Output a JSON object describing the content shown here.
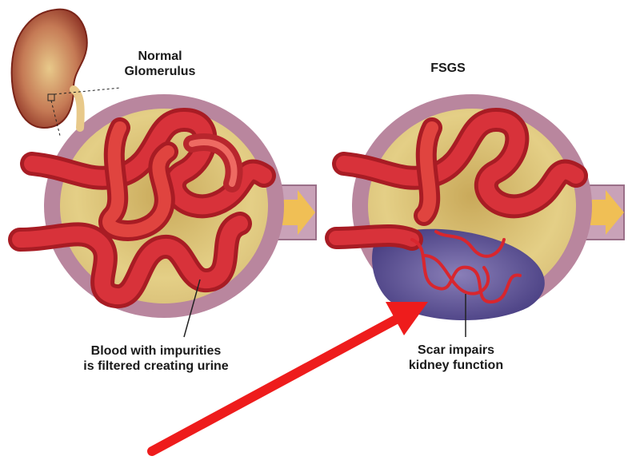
{
  "labels": {
    "normal_title_line1": "Normal",
    "normal_title_line2": "Glomerulus",
    "fsgs_title": "FSGS",
    "normal_caption_line1": "Blood with impurities",
    "normal_caption_line2": "is filtered creating urine",
    "fsgs_caption_line1": "Scar impairs",
    "fsgs_caption_line2": "kidney function"
  },
  "colors": {
    "capsule_wall": "#b9869e",
    "capsule_fill": "#e4cf86",
    "vessel": "#c9232b",
    "vessel_highlight": "#ee6a62",
    "scar": "#463c80",
    "urine_arrow": "#f0bf55",
    "pointer_arrow": "#ee1c1c",
    "kidney": "#9c3a2a"
  }
}
